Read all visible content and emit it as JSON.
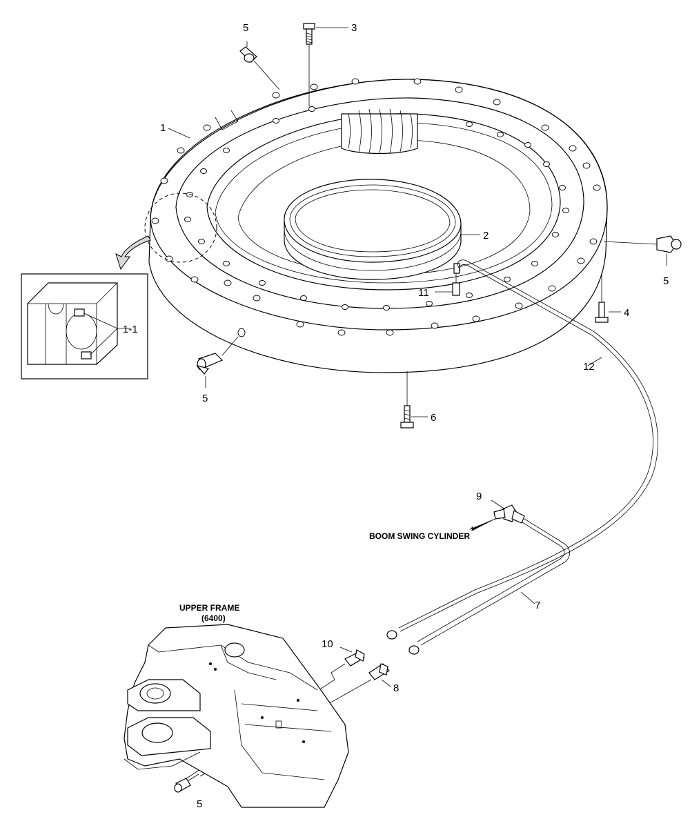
{
  "callouts": {
    "c1": "1",
    "c1_1": "1-1",
    "c2": "2",
    "c3": "3",
    "c4": "4",
    "c5_top": "5",
    "c5_right": "5",
    "c5_left": "5",
    "c5_bottom": "5",
    "c6": "6",
    "c7": "7",
    "c8": "8",
    "c9": "9",
    "c10": "10",
    "c11": "11",
    "c12": "12"
  },
  "captions": {
    "boom_swing": "BOOM SWING CYLINDER",
    "upper_frame_line1": "UPPER FRAME",
    "upper_frame_line2": "(6400)"
  }
}
